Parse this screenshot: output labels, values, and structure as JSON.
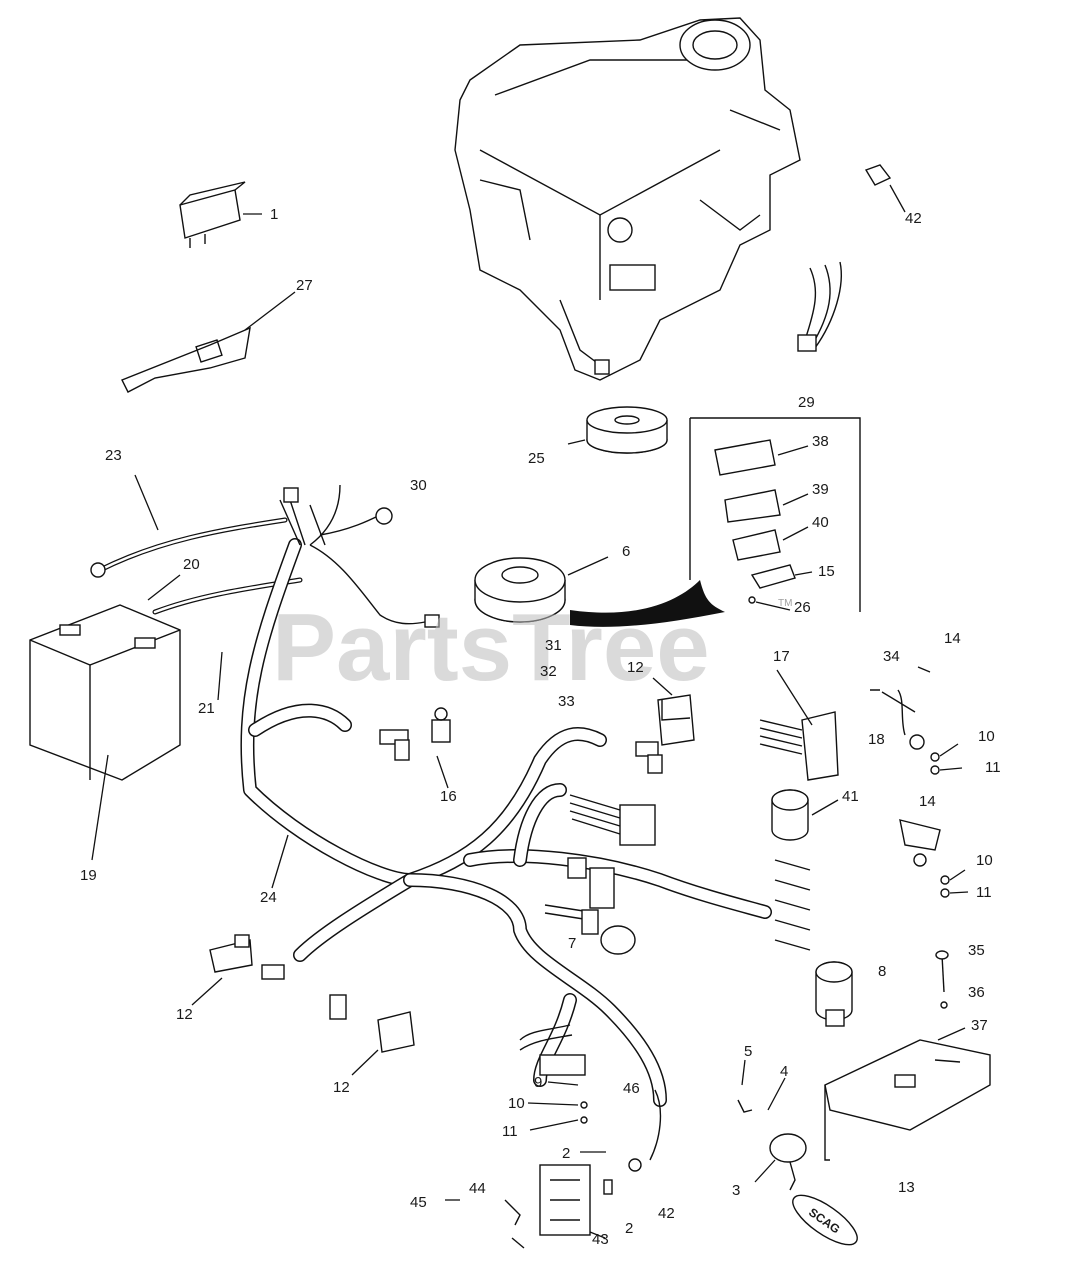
{
  "watermark": {
    "text": "PartsTree",
    "tm": "TM"
  },
  "callouts": {
    "c1": "1",
    "c27": "27",
    "c42a": "42",
    "c29": "29",
    "c25": "25",
    "c23": "23",
    "c30": "30",
    "c38": "38",
    "c39": "39",
    "c40": "40",
    "c6": "6",
    "c15": "15",
    "c26": "26",
    "c20": "20",
    "c21": "21",
    "c31": "31",
    "c32": "32",
    "c33": "33",
    "c12a": "12",
    "c17": "17",
    "c14a": "14",
    "c34": "34",
    "c18": "18",
    "c10a": "10",
    "c11a": "11",
    "c16": "16",
    "c41": "41",
    "c14b": "14",
    "c10b": "10",
    "c11b": "11",
    "c19": "19",
    "c24": "24",
    "c7": "7",
    "c8": "8",
    "c35": "35",
    "c36": "36",
    "c37": "37",
    "c12b": "12",
    "c12c": "12",
    "c5": "5",
    "c4": "4",
    "c9": "9",
    "c46": "46",
    "c10c": "10",
    "c11c": "11",
    "c2a": "2",
    "c3": "3",
    "c13": "13",
    "c45": "45",
    "c44": "44",
    "c2b": "2",
    "c42b": "42",
    "c43": "43"
  },
  "brand_tag": "SCAG"
}
